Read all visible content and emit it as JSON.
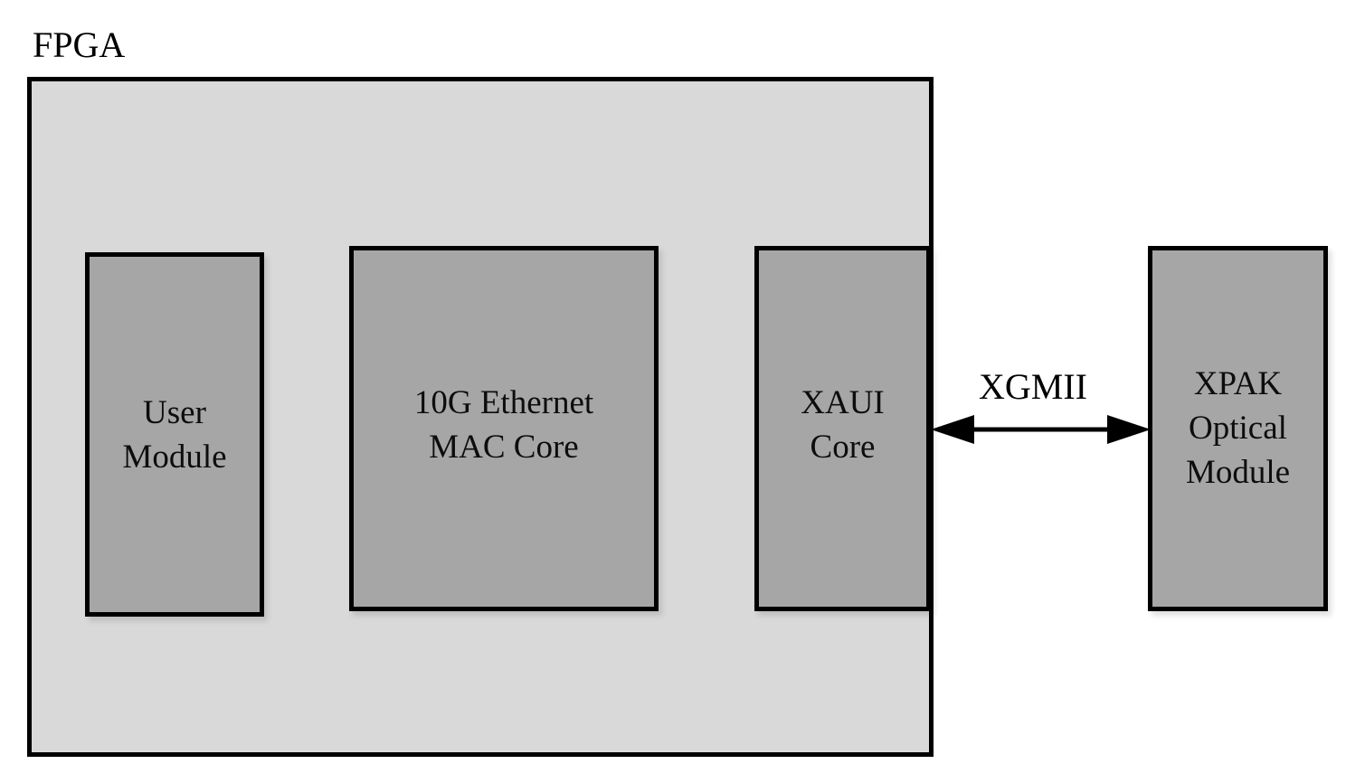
{
  "fpga": {
    "title": "FPGA"
  },
  "blocks": {
    "user_module": {
      "line1": "User",
      "line2": "Module"
    },
    "mac_core": {
      "line1": "10G Ethernet",
      "line2": "MAC Core"
    },
    "xaui_core": {
      "line1": "XAUI",
      "line2": "Core"
    },
    "xpak_module": {
      "line1": "XPAK",
      "line2": "Optical",
      "line3": "Module"
    }
  },
  "link": {
    "label": "XGMII",
    "direction": "bidirectional"
  },
  "colors": {
    "fpga_fill": "#d9d9d9",
    "block_fill": "#a6a6a6",
    "stroke": "#000000"
  }
}
